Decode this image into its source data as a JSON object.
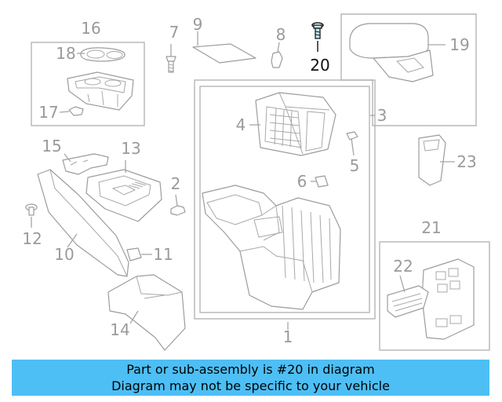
{
  "callouts": {
    "c1": "1",
    "c2": "2",
    "c3": "3",
    "c4": "4",
    "c5": "5",
    "c6": "6",
    "c7": "7",
    "c8": "8",
    "c9": "9",
    "c10": "10",
    "c11": "11",
    "c12": "12",
    "c13": "13",
    "c14": "14",
    "c15": "15",
    "c16": "16",
    "c17": "17",
    "c18": "18",
    "c19": "19",
    "c20": "20",
    "c21": "21",
    "c22": "22",
    "c23": "23"
  },
  "highlighted_part": "20",
  "colors": {
    "banner": "#4dbff5",
    "highlight_text": "#111111",
    "line_art": "#9c9c9c",
    "highlight_bolt": "#2f8fb8"
  },
  "banner": {
    "line1": "Part or sub-assembly is #20 in diagram",
    "line2": "Diagram may not be specific to your vehicle"
  }
}
